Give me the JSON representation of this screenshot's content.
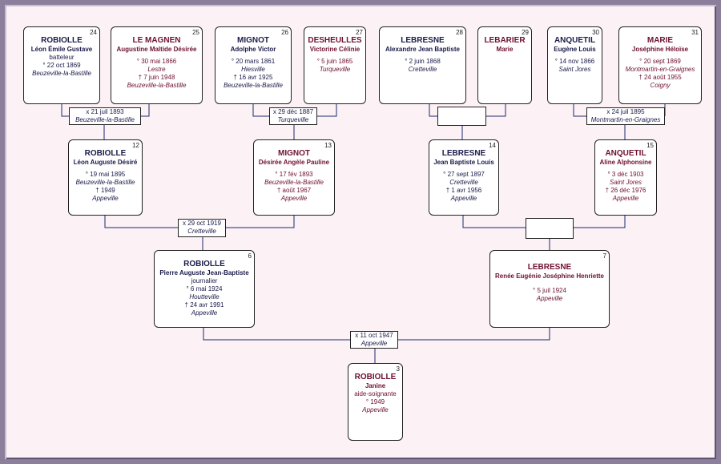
{
  "persons": {
    "p24": {
      "num": "24",
      "surname": "ROBIOLLE",
      "given": "Léon Émile Gustave",
      "occupation": "batteleur",
      "birth_date": "° 22 oct 1869",
      "birth_place": "Beuzeville-la-Bastille",
      "death_date": "",
      "death_place": ""
    },
    "p25": {
      "num": "25",
      "surname": "LE MAGNEN",
      "given": "Augustine Maltide Désirée",
      "occupation": "",
      "birth_date": "° 30 mai 1866",
      "birth_place": "Lestre",
      "death_date": "† 7 juin 1948",
      "death_place": "Beuzeville-la-Bastille"
    },
    "p26": {
      "num": "26",
      "surname": "MIGNOT",
      "given": "Adolphe Victor",
      "occupation": "",
      "birth_date": "° 20 mars 1861",
      "birth_place": "Hiesville",
      "death_date": "† 16 avr 1925",
      "death_place": "Beuzeville-la-Bastille"
    },
    "p27": {
      "num": "27",
      "surname": "DESHEULLES",
      "given": "Victorine Célinie",
      "occupation": "",
      "birth_date": "° 5 juin 1865",
      "birth_place": "Turqueville",
      "death_date": "",
      "death_place": ""
    },
    "p28": {
      "num": "28",
      "surname": "LEBRESNE",
      "given": "Alexandre Jean Baptiste",
      "occupation": "",
      "birth_date": "° 2 juin 1868",
      "birth_place": "Cretteville",
      "death_date": "",
      "death_place": ""
    },
    "p29": {
      "num": "29",
      "surname": "LEBARIER",
      "given": "Marie",
      "occupation": "",
      "birth_date": "",
      "birth_place": "",
      "death_date": "",
      "death_place": ""
    },
    "p30": {
      "num": "30",
      "surname": "ANQUETIL",
      "given": "Eugène Louis",
      "occupation": "",
      "birth_date": "° 14 nov 1866",
      "birth_place": "Saint Jores",
      "death_date": "",
      "death_place": ""
    },
    "p31": {
      "num": "31",
      "surname": "MARIE",
      "given": "Joséphine Héloïse",
      "occupation": "",
      "birth_date": "° 20 sept 1869",
      "birth_place": "Montmartin-en-Graignes",
      "death_date": "† 24 août 1955",
      "death_place": "Coigny"
    },
    "p12": {
      "num": "12",
      "surname": "ROBIOLLE",
      "given": "Léon Auguste Désiré",
      "occupation": "",
      "birth_date": "° 19 mai 1895",
      "birth_place": "Beuzeville-la-Bastille",
      "death_date": "† 1949",
      "death_place": "Appeville"
    },
    "p13": {
      "num": "13",
      "surname": "MIGNOT",
      "given": "Désirée Angèle Pauline",
      "occupation": "",
      "birth_date": "° 17 fév 1893",
      "birth_place": "Beuzeville-la-Bastille",
      "death_date": "† août 1967",
      "death_place": "Appeville"
    },
    "p14": {
      "num": "14",
      "surname": "LEBRESNE",
      "given": "Jean Baptiste Louis",
      "occupation": "",
      "birth_date": "° 27 sept 1897",
      "birth_place": "Cretteville",
      "death_date": "† 1 avr 1956",
      "death_place": "Appeville"
    },
    "p15": {
      "num": "15",
      "surname": "ANQUETIL",
      "given": "Aline Alphonsine",
      "occupation": "",
      "birth_date": "° 3 déc 1903",
      "birth_place": "Saint Jores",
      "death_date": "† 26 déc 1976",
      "death_place": "Appeville"
    },
    "p6": {
      "num": "6",
      "surname": "ROBIOLLE",
      "given": "Pierre Auguste Jean-Baptiste",
      "occupation": "journalier",
      "birth_date": "° 6 mai 1924",
      "birth_place": "Houtteville",
      "death_date": "† 24 avr 1991",
      "death_place": "Appeville"
    },
    "p7": {
      "num": "7",
      "surname": "LEBRESNE",
      "given": "Renée Eugénie Joséphine Henriette",
      "occupation": "",
      "birth_date": "° 5 juil 1924",
      "birth_place": "Appeville",
      "death_date": "",
      "death_place": ""
    },
    "p3": {
      "num": "3",
      "surname": "ROBIOLLE",
      "given": "Janine",
      "occupation": "aide-soignante",
      "birth_date": "° 1949",
      "birth_place": "Appeville",
      "death_date": "",
      "death_place": ""
    }
  },
  "marriages": {
    "m12": {
      "date": "x 21 juil 1893",
      "place": "Beuzeville-la-Bastille"
    },
    "m13": {
      "date": "x 29 déc 1887",
      "place": "Turqueville"
    },
    "m14": {
      "date": "",
      "place": ""
    },
    "m15": {
      "date": "x 24 juil 1895",
      "place": "Montmartin-en-Graignes"
    },
    "m6": {
      "date": "x 29 oct 1919",
      "place": "Cretteville"
    },
    "m7": {
      "date": "",
      "place": ""
    },
    "m3": {
      "date": "x 11 oct 1947",
      "place": "Appeville"
    }
  },
  "colors": {
    "male": "#1a1a4a",
    "female": "#6e1030",
    "background": "#fcf1f5",
    "frame": "#8c7f9c",
    "line": "#1a2a6a"
  }
}
